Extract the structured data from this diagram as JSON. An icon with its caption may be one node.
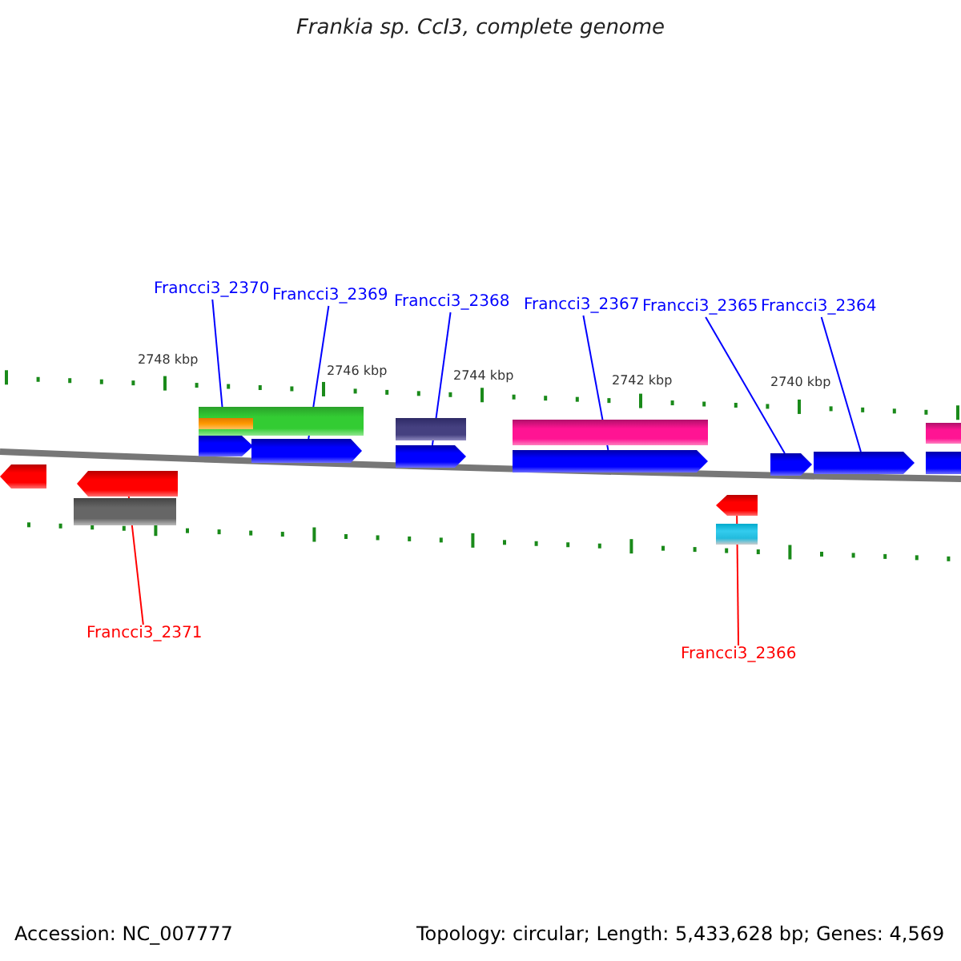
{
  "diagram": {
    "title": "Frankia sp. CcI3, complete genome",
    "nodes": [
      {
        "text": [
          "Francci3_2370"
        ]
      },
      {
        "text": [
          "Francci3_2369"
        ]
      },
      {
        "text": [
          "Francci3_2368"
        ]
      },
      {
        "text": [
          "Francci3_2367"
        ]
      },
      {
        "text": [
          "Francci3_2365"
        ]
      },
      {
        "text": [
          "Francci3_2364"
        ]
      },
      {
        "text": [],
        "shape": "bar"
      },
      {
        "text": [],
        "shape": "bar",
        "in": 6
      },
      {
        "text": [],
        "shape": "bar"
      },
      {
        "text": [],
        "shape": "bar"
      },
      {
        "text": [],
        "shape": "bar"
      },
      {
        "text": [],
        "shape": "bar"
      },
      {
        "text": [],
        "shape": "bar"
      },
      {
        "text": [],
        "shape": "bar"
      },
      {
        "text": [],
        "shape": "bar"
      },
      {
        "text": [],
        "shape": "bar"
      },
      {
        "text": [],
        "shape": "bar"
      },
      {
        "text": [],
        "shape": "bar"
      },
      {
        "text": [],
        "shape": "bar"
      },
      {
        "text": [],
        "shape": "bar"
      },
      {
        "text": [],
        "shape": "bar"
      },
      {
        "text": [],
        "shape": "bar"
      },
      {
        "text": [],
        "shape": "bar"
      },
      {
        "text": [
          "Francci3_2371"
        ]
      },
      {
        "text": [
          "Francci3_2366"
        ]
      }
    ],
    "edges": [
      {
        "from": 0,
        "to": 11,
        "arrow": "none"
      },
      {
        "from": 1,
        "to": 12,
        "arrow": "none"
      },
      {
        "from": 2,
        "to": 13,
        "arrow": "none"
      },
      {
        "from": 3,
        "to": 14,
        "arrow": "none"
      },
      {
        "from": 4,
        "to": 15,
        "arrow": "none"
      },
      {
        "from": 5,
        "to": 16,
        "arrow": "none"
      },
      {
        "from": 23,
        "to": 19,
        "arrow": "none",
        "color": "#ff0000"
      },
      {
        "from": 24,
        "to": 21,
        "arrow": "none",
        "color": "#ff0000"
      }
    ],
    "labels": [
      "2748 kbp",
      "2746 kbp",
      "2744 kbp",
      "2742 kbp",
      "2740 kbp",
      "Accession: NC_007777",
      "Topology: circular; Length: 5,433,628 bp; Genes: 4,569"
    ]
  }
}
